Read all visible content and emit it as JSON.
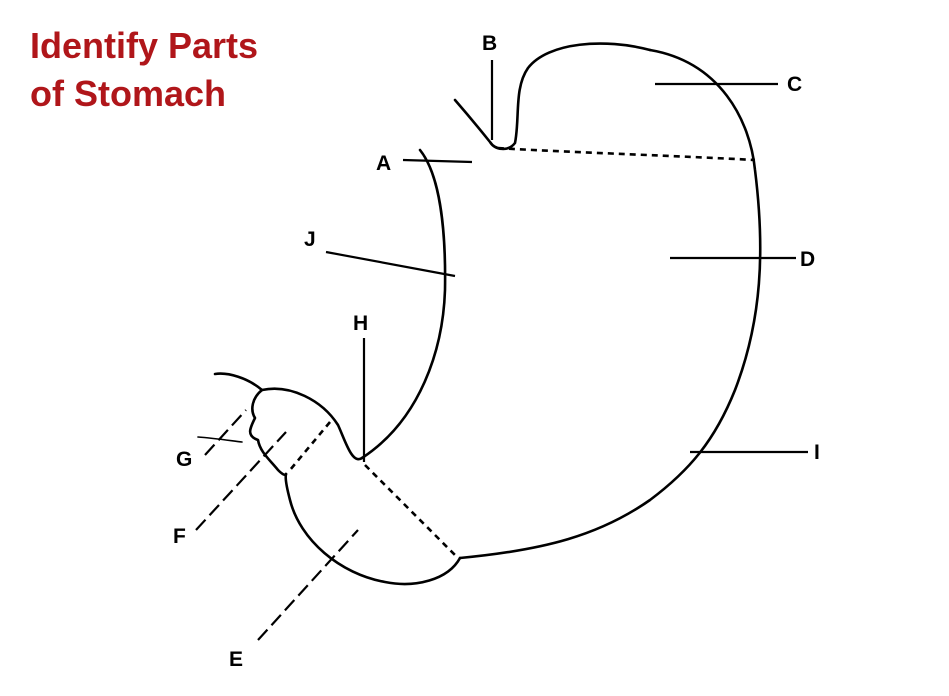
{
  "title": {
    "line1": "Identify Parts",
    "line2": "of Stomach"
  },
  "colors": {
    "title": "#b0161a",
    "ink": "#000000",
    "background": "#ffffff"
  },
  "labels": {
    "a": "A",
    "b": "B",
    "c": "C",
    "d": "D",
    "e": "E",
    "f": "F",
    "g": "G",
    "h": "H",
    "i": "I",
    "j": "J"
  }
}
